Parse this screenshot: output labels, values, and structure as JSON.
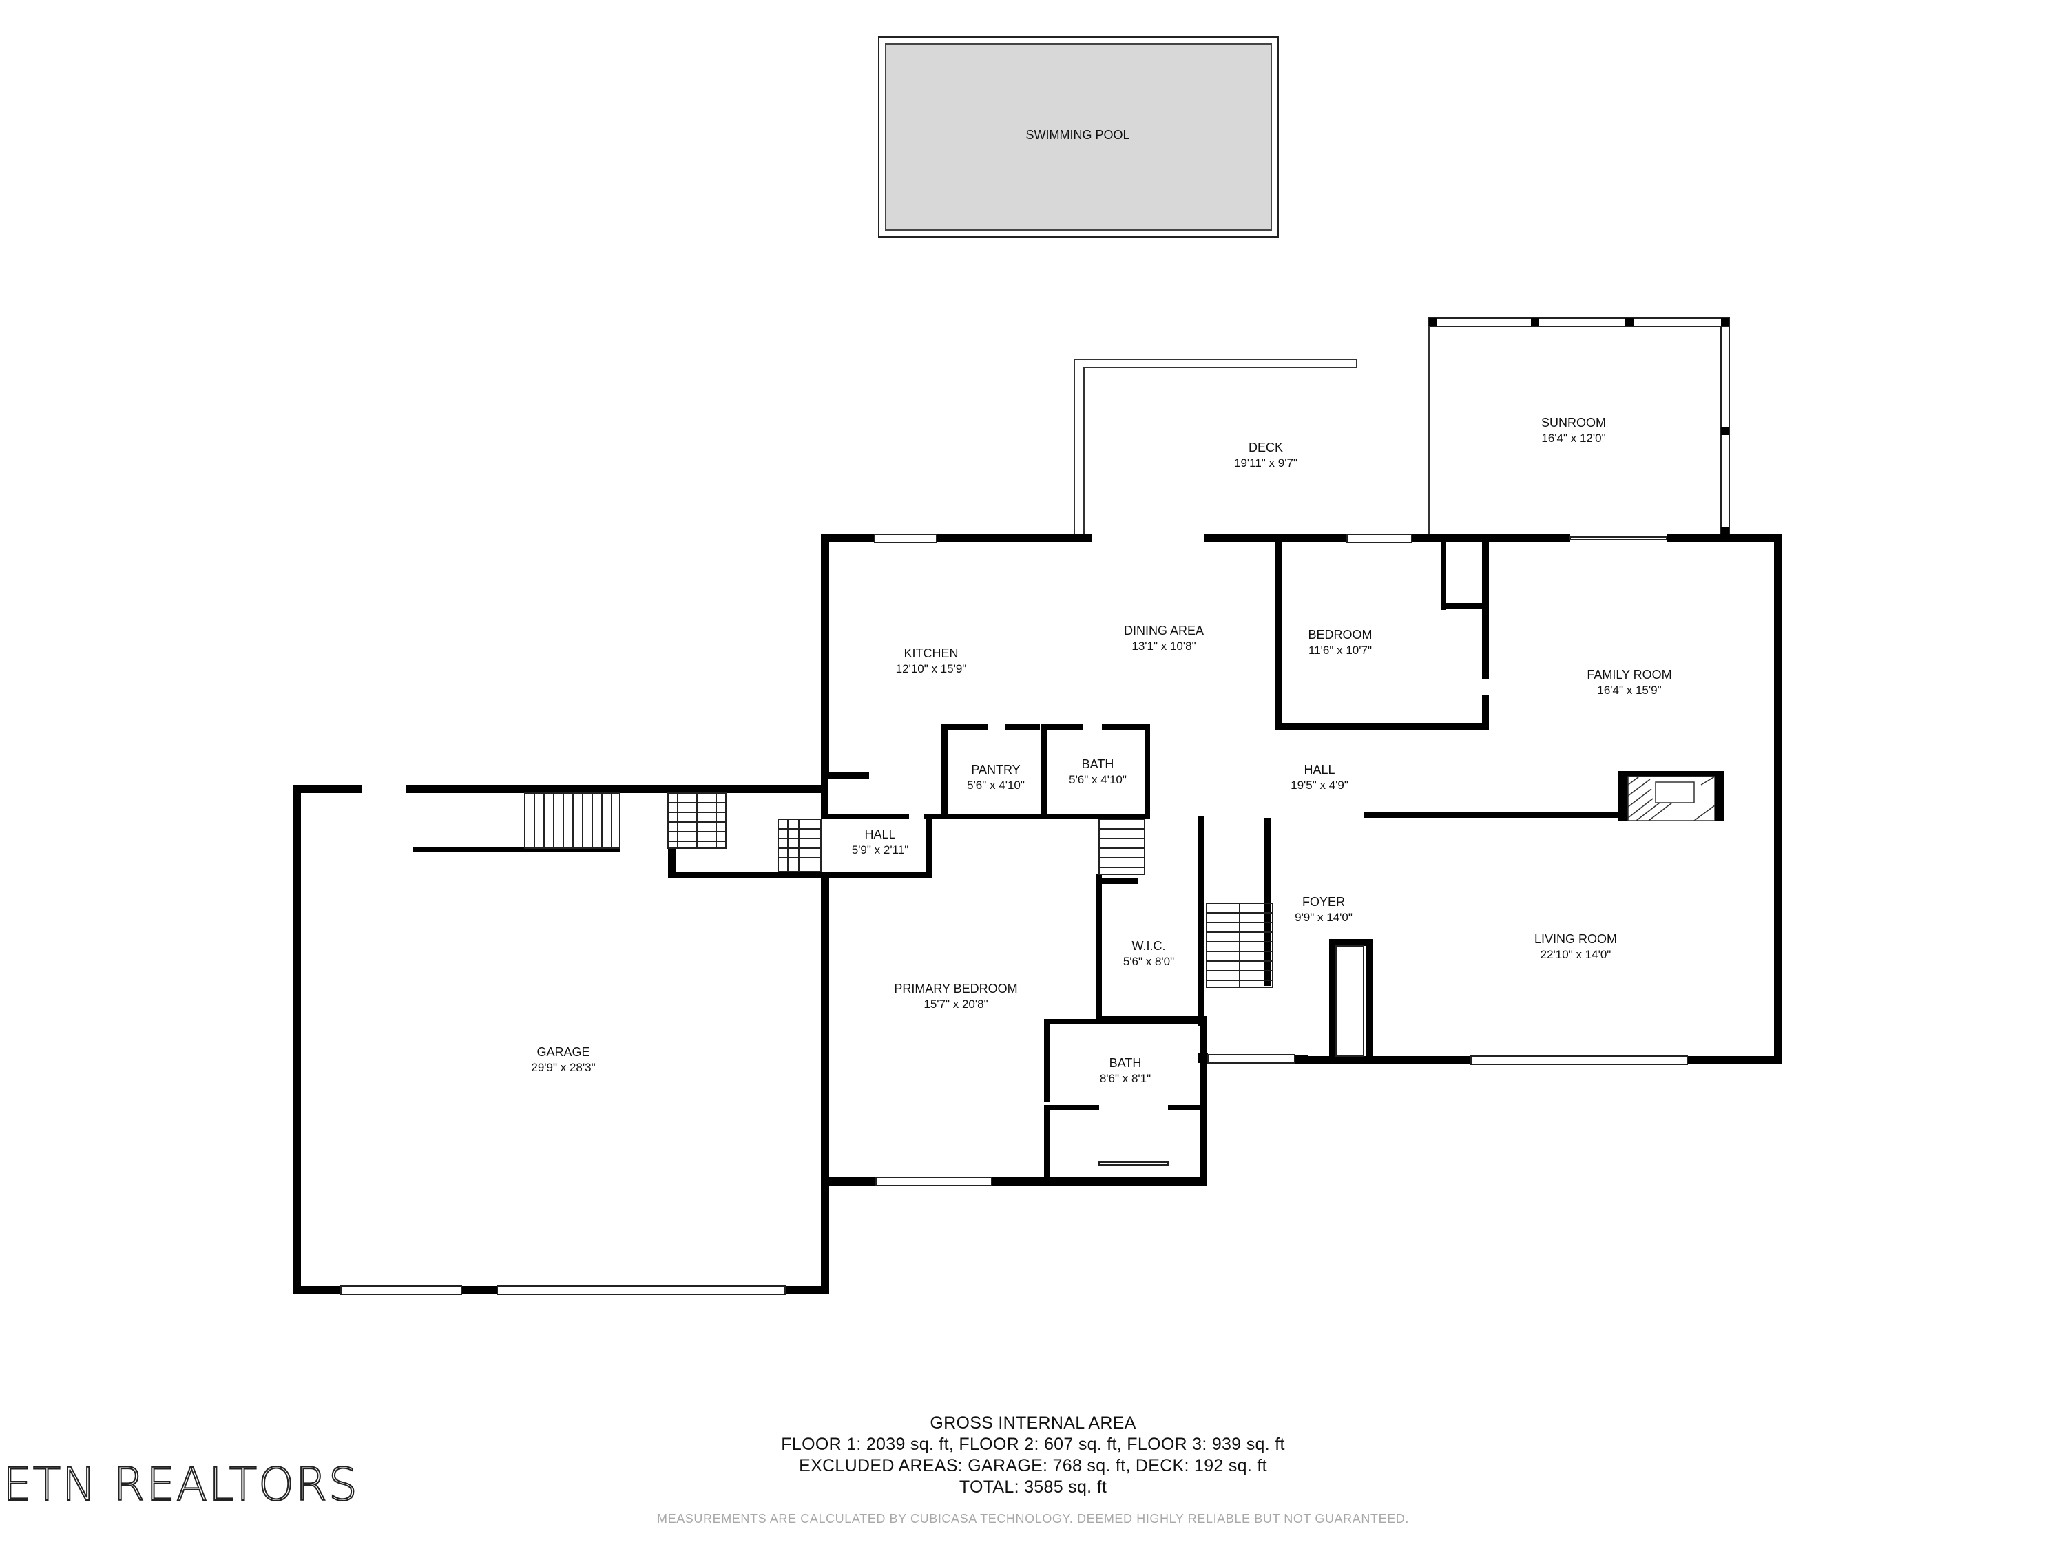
{
  "rooms": {
    "pool": {
      "name": "SWIMMING POOL",
      "dims": ""
    },
    "deck": {
      "name": "DECK",
      "dims": "19'11\" x 9'7\""
    },
    "sunroom": {
      "name": "SUNROOM",
      "dims": "16'4\" x 12'0\""
    },
    "kitchen": {
      "name": "KITCHEN",
      "dims": "12'10\" x 15'9\""
    },
    "dining": {
      "name": "DINING AREA",
      "dims": "13'1\" x 10'8\""
    },
    "bedroom": {
      "name": "BEDROOM",
      "dims": "11'6\" x 10'7\""
    },
    "family": {
      "name": "FAMILY ROOM",
      "dims": "16'4\" x 15'9\""
    },
    "pantry": {
      "name": "PANTRY",
      "dims": "5'6\" x 4'10\""
    },
    "bath1": {
      "name": "BATH",
      "dims": "5'6\" x 4'10\""
    },
    "hall1": {
      "name": "HALL",
      "dims": "19'5\" x 4'9\""
    },
    "hall2": {
      "name": "HALL",
      "dims": "5'9\" x 2'11\""
    },
    "foyer": {
      "name": "FOYER",
      "dims": "9'9\" x 14'0\""
    },
    "living": {
      "name": "LIVING ROOM",
      "dims": "22'10\" x 14'0\""
    },
    "wic": {
      "name": "W.I.C.",
      "dims": "5'6\" x 8'0\""
    },
    "primary": {
      "name": "PRIMARY BEDROOM",
      "dims": "15'7\" x 20'8\""
    },
    "bath2": {
      "name": "BATH",
      "dims": "8'6\" x 8'1\""
    },
    "garage": {
      "name": "GARAGE",
      "dims": "29'9\" x 28'3\""
    }
  },
  "summary": {
    "heading": "GROSS INTERNAL AREA",
    "floors": "FLOOR 1: 2039 sq. ft, FLOOR 2: 607 sq. ft, FLOOR 3: 939 sq. ft",
    "excluded": "EXCLUDED AREAS: GARAGE: 768 sq. ft, DECK: 192 sq. ft",
    "total": "TOTAL: 3585 sq. ft",
    "disclaimer": "MEASUREMENTS ARE CALCULATED BY CUBICASA TECHNOLOGY. DEEMED HIGHLY RELIABLE BUT NOT GUARANTEED."
  },
  "brand": {
    "name": "ETN REALTORS"
  },
  "colors": {
    "wall": "#000000",
    "pool_fill": "#d8d8d8",
    "disclaimer": "#a8a8a8"
  }
}
